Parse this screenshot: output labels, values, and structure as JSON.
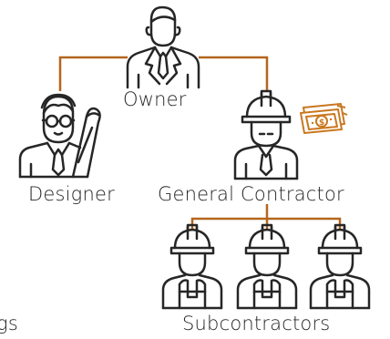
{
  "labels": {
    "owner": "Owner",
    "designer": "Designer",
    "general_contractor": "General Contractor",
    "subcontractors": "Subcontractors",
    "partial_left": "gs"
  },
  "icons": {
    "owner": "businessman-icon",
    "designer": "architect-with-blueprints-icon",
    "general_contractor": "hardhat-worker-icon",
    "payment": "money-banknotes-icon",
    "subcontractor": "hardhat-worker-icon"
  },
  "colors": {
    "connector": "#b5651d",
    "line_art": "#262626",
    "money": "#c9781f"
  }
}
